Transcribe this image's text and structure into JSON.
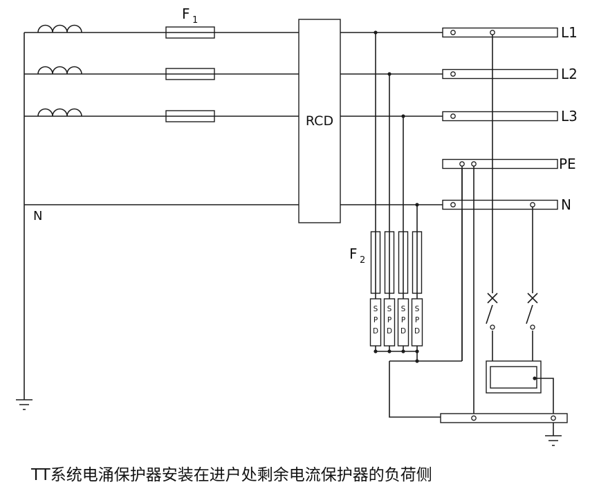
{
  "colors": {
    "ink": "#1c1c1c",
    "background": "#ffffff"
  },
  "diagram": {
    "neutral_source_label": "N",
    "fuse1": {
      "base": "F",
      "sub": "1"
    },
    "fuse2": {
      "base": "F",
      "sub": "2"
    },
    "rcd_label": "RCD",
    "spd_letters": [
      "S",
      "P",
      "D"
    ],
    "bus_labels": [
      "L1",
      "L2",
      "L3",
      "PE",
      "N"
    ],
    "caption": "TT系统电涌保护器安装在进户处剩余电流保护器的负荷侧"
  }
}
